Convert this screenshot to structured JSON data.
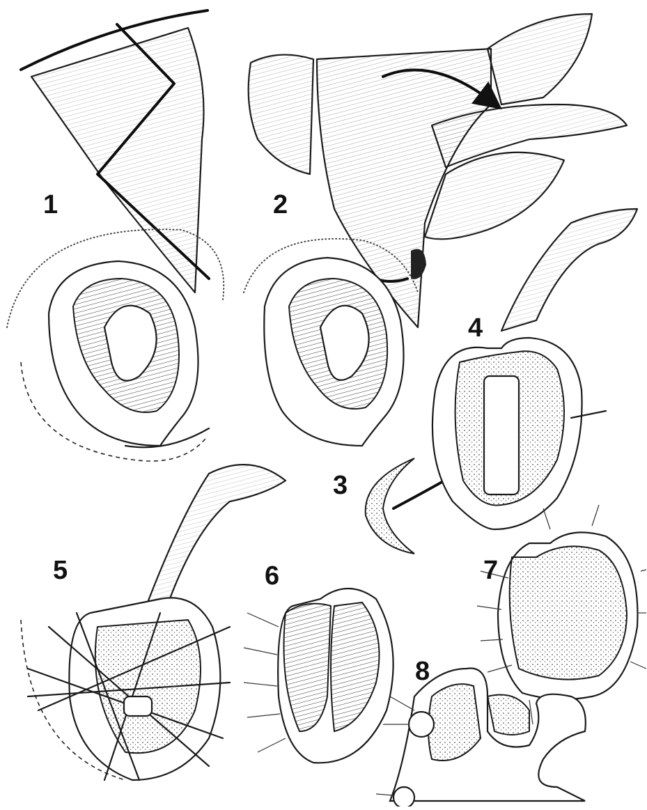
{
  "figure": {
    "panel_labels": [
      "1",
      "2",
      "3",
      "4",
      "5",
      "6",
      "7",
      "8"
    ]
  }
}
